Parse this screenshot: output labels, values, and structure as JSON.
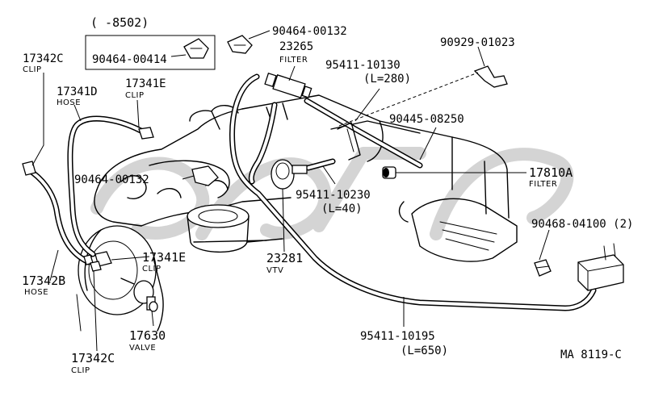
{
  "date_range": "(    -8502)",
  "figure_id": "MA  8119-C",
  "callouts": {
    "p_90464_00132_top": {
      "part_no": "90464-00132"
    },
    "p_23265": {
      "part_no": "23265",
      "name": "FILTER"
    },
    "p_90929_01023": {
      "part_no": "90929-01023"
    },
    "p_90464_00414": {
      "part_no": "90464-00414"
    },
    "p_17342c_top": {
      "part_no": "17342C",
      "name": "CLIP"
    },
    "p_95411_10130": {
      "part_no": "95411-10130",
      "length": "(L=280)"
    },
    "p_17341d": {
      "part_no": "17341D",
      "name": "HOSE"
    },
    "p_17341e_top": {
      "part_no": "17341E",
      "name": "CLIP"
    },
    "p_90445_08250": {
      "part_no": "90445-08250"
    },
    "p_90464_00132_mid": {
      "part_no": "90464-00132"
    },
    "p_17810a": {
      "part_no": "17810A",
      "name": "FILTER"
    },
    "p_95411_10230": {
      "part_no": "95411-10230",
      "length": "(L=40)"
    },
    "p_90468_04100": {
      "part_no": "90468-04100 (2)"
    },
    "p_17341e_bot": {
      "part_no": "17341E",
      "name": "CLIP"
    },
    "p_17342b": {
      "part_no": "17342B",
      "name": "HOSE"
    },
    "p_23281": {
      "part_no": "23281",
      "name": "VTV"
    },
    "p_17630": {
      "part_no": "17630",
      "name": "VALVE"
    },
    "p_17342c_bot": {
      "part_no": "17342C",
      "name": "CLIP"
    },
    "p_95411_10195": {
      "part_no": "95411-10195",
      "length": "(L=650)"
    }
  }
}
